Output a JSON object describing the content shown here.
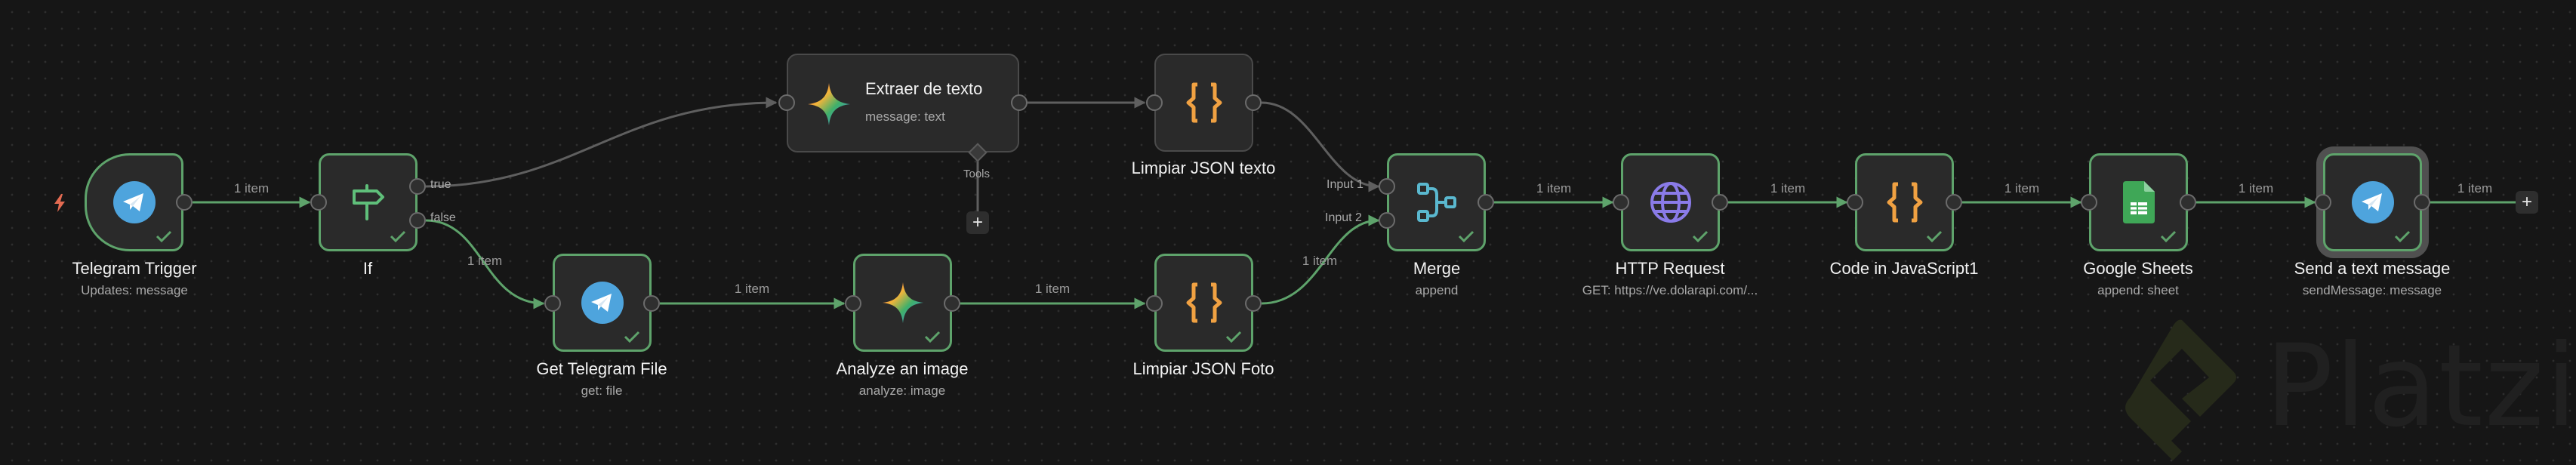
{
  "workflow": {
    "nodes": [
      {
        "id": "telegram-trigger",
        "title": "Telegram Trigger",
        "subtitle": "Updates: message",
        "icon": "telegram-icon",
        "status": "success"
      },
      {
        "id": "if",
        "title": "If",
        "subtitle": "",
        "icon": "signpost-icon",
        "status": "success",
        "outputs": [
          "true",
          "false"
        ]
      },
      {
        "id": "extraer-de-texto",
        "title": "Extraer de texto",
        "subtitle": "message: text",
        "icon": "gemini-icon",
        "status": "idle",
        "sub_port_label": "Tools"
      },
      {
        "id": "limpiar-json-texto",
        "title": "Limpiar JSON texto",
        "subtitle": "",
        "icon": "code-braces-icon",
        "status": "idle"
      },
      {
        "id": "get-telegram-file",
        "title": "Get Telegram File",
        "subtitle": "get: file",
        "icon": "telegram-icon",
        "status": "success"
      },
      {
        "id": "analyze-an-image",
        "title": "Analyze an image",
        "subtitle": "analyze: image",
        "icon": "gemini-icon",
        "status": "success"
      },
      {
        "id": "limpiar-json-foto",
        "title": "Limpiar JSON Foto",
        "subtitle": "",
        "icon": "code-braces-icon",
        "status": "success"
      },
      {
        "id": "merge",
        "title": "Merge",
        "subtitle": "append",
        "icon": "merge-icon",
        "status": "success",
        "inputs": [
          "Input 1",
          "Input 2"
        ]
      },
      {
        "id": "http-request",
        "title": "HTTP Request",
        "subtitle": "GET: https://ve.dolarapi.com/...",
        "icon": "globe-icon",
        "status": "success"
      },
      {
        "id": "code-in-javascript1",
        "title": "Code in JavaScript1",
        "subtitle": "",
        "icon": "code-braces-icon",
        "status": "success"
      },
      {
        "id": "google-sheets",
        "title": "Google Sheets",
        "subtitle": "append: sheet",
        "icon": "google-sheets-icon",
        "status": "success"
      },
      {
        "id": "send-a-text-message",
        "title": "Send a text message",
        "subtitle": "sendMessage: message",
        "icon": "telegram-icon",
        "status": "success",
        "selected": true
      }
    ],
    "edge_labels": {
      "trigger_to_if": "1 item",
      "if_false_to_get_file": "1 item",
      "get_file_to_analyze": "1 item",
      "analyze_to_limpiar_foto": "1 item",
      "limpiar_foto_to_merge": "1 item",
      "merge_to_http": "1 item",
      "http_to_code": "1 item",
      "code_to_sheets": "1 item",
      "sheets_to_send": "1 item",
      "send_output": "1 item"
    },
    "add_node_symbol": "+"
  },
  "watermark": {
    "brand": "Platzi"
  },
  "colors": {
    "background": "#161616",
    "success_border": "#5ea36b",
    "idle_border": "#4a4a4a",
    "edge_success": "#5ea36b",
    "edge_idle": "#5f5f5f",
    "telegram": "#4ea4dd",
    "code": "#f0a142",
    "merge": "#5ab8cf",
    "http": "#8a7be8",
    "sheets": "#3fa757",
    "trigger_bolt": "#e36a51"
  }
}
